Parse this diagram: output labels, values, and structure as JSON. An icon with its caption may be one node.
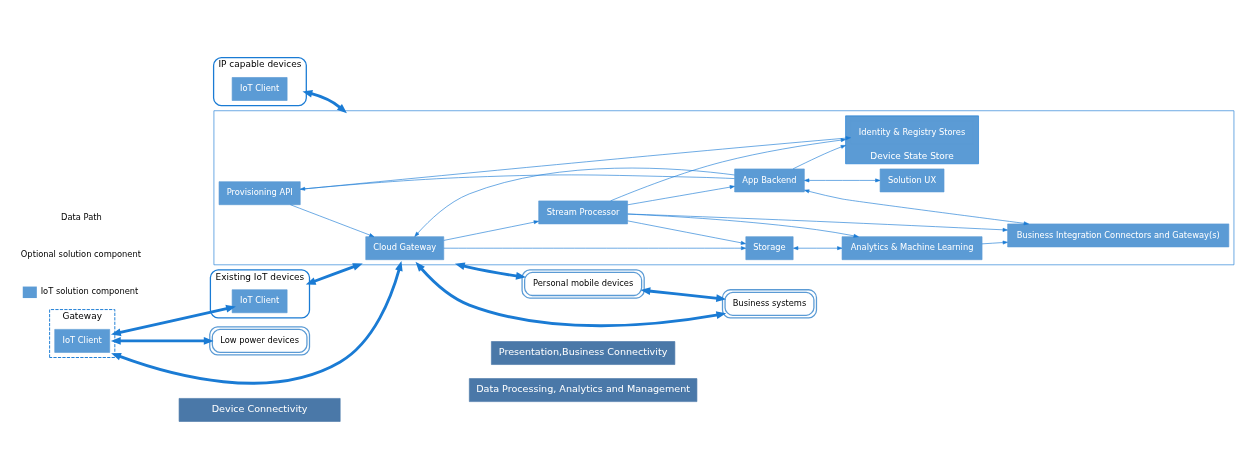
{
  "diagram": {
    "nodes": [
      {
        "text": [
          "Device Connectivity"
        ]
      },
      {
        "text": [
          "Data Processing, Analytics and Management"
        ]
      },
      {
        "text": [
          "Presentation,Business Connectivity"
        ]
      },
      {
        "text": [
          "IP capable devices"
        ]
      },
      {
        "text": [
          "IoT Client"
        ],
        "in": 3
      },
      {
        "text": [
          "Existing IoT devices"
        ]
      },
      {
        "text": [
          "IoT Client"
        ],
        "in": 5
      },
      {
        "text": [
          "Low power devices"
        ]
      },
      {
        "text": [
          "Gateway"
        ]
      },
      {
        "text": [
          "IoT Client"
        ],
        "in": 8
      },
      {
        "text": [],
        "shape": "box"
      },
      {
        "text": [
          "Cloud Gateway"
        ],
        "in": 10
      },
      {
        "text": [
          "Provisioning API"
        ],
        "in": 10
      },
      {
        "text": [
          "App Backend"
        ],
        "in": 10
      },
      {
        "text": [
          "Device State Store"
        ],
        "in": 10
      },
      {
        "text": [
          "Identity & Registry Stores"
        ],
        "in": 14
      },
      {
        "text": [
          "Solution UX"
        ],
        "in": 10
      },
      {
        "text": [
          "Stream Processor"
        ],
        "in": 10
      },
      {
        "text": [
          "Storage"
        ],
        "in": 10
      },
      {
        "text": [
          "Analytics & Machine Learning"
        ],
        "in": 10
      },
      {
        "text": [
          "Business Integration Connectors and Gateway(s)"
        ],
        "in": 10
      },
      {
        "text": [
          "Personal mobile devices"
        ]
      },
      {
        "text": [
          "Business systems"
        ]
      }
    ],
    "edges": [
      {
        "from": 3,
        "to": 10,
        "arrow": "both",
        "style": "thick"
      },
      {
        "from": 5,
        "to": 10,
        "arrow": "both",
        "style": "thick"
      },
      {
        "from": 8,
        "to": 6,
        "arrow": "both",
        "style": "thick"
      },
      {
        "from": 8,
        "to": 7,
        "arrow": "both",
        "style": "thick"
      },
      {
        "from": 8,
        "to": 10,
        "arrow": "both",
        "style": "thick"
      },
      {
        "from": 12,
        "to": 11,
        "arrow": "to"
      },
      {
        "from": 13,
        "to": 12,
        "arrow": "to"
      },
      {
        "from": 13,
        "to": 11,
        "arrow": "to"
      },
      {
        "from": 12,
        "to": 15,
        "arrow": "to"
      },
      {
        "from": 13,
        "to": 14,
        "arrow": "to"
      },
      {
        "from": 11,
        "to": 17,
        "arrow": "to"
      },
      {
        "from": 11,
        "to": 18,
        "arrow": "to"
      },
      {
        "from": 17,
        "to": 14,
        "arrow": "to"
      },
      {
        "from": 17,
        "to": 13,
        "arrow": "to"
      },
      {
        "from": 17,
        "to": 18,
        "arrow": "to"
      },
      {
        "from": 17,
        "to": 19,
        "arrow": "to"
      },
      {
        "from": 18,
        "to": 19,
        "arrow": "both"
      },
      {
        "from": 13,
        "to": 16,
        "arrow": "both"
      },
      {
        "from": 20,
        "to": 13,
        "arrow": "both"
      },
      {
        "from": 17,
        "to": 20,
        "arrow": "to"
      },
      {
        "from": 19,
        "to": 20,
        "arrow": "to"
      },
      {
        "from": 10,
        "to": 21,
        "arrow": "both",
        "style": "thick"
      },
      {
        "from": 10,
        "to": 22,
        "arrow": "both",
        "style": "thick"
      },
      {
        "from": 21,
        "to": 22,
        "arrow": "both",
        "style": "thick"
      }
    ],
    "legend": [
      {
        "text": "Data Path"
      },
      {
        "text": "Optional solution component"
      },
      {
        "text": "IoT solution component",
        "color": "#5b9bd5"
      }
    ]
  }
}
